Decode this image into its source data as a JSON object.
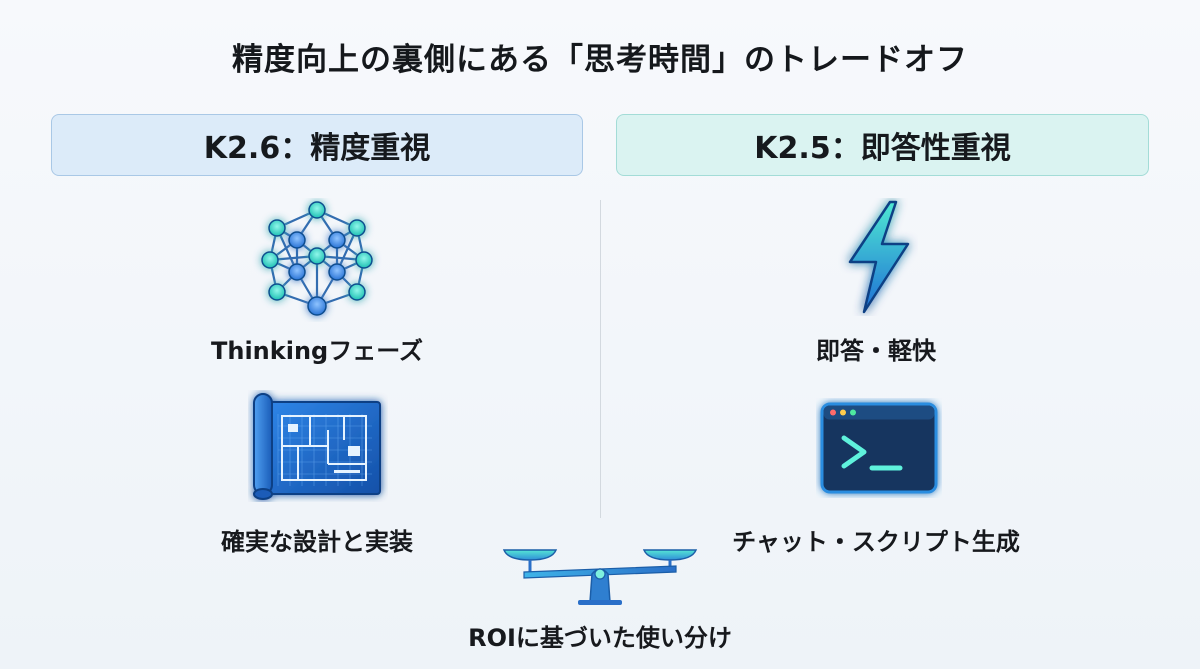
{
  "title": "精度向上の裏側にある「思考時間」のトレードオフ",
  "left": {
    "header": "K2.6：精度重視",
    "items": [
      {
        "label": "Thinkingフェーズ",
        "icon": "neural-network-icon"
      },
      {
        "label": "確実な設計と実装",
        "icon": "blueprint-icon"
      }
    ]
  },
  "right": {
    "header": "K2.5：即答性重視",
    "items": [
      {
        "label": "即答・軽快",
        "icon": "lightning-bolt-icon"
      },
      {
        "label": "チャット・スクリプト生成",
        "icon": "terminal-icon"
      }
    ]
  },
  "footer": {
    "label": "ROIに基づいた使い分け",
    "icon": "balance-scale-icon"
  },
  "colors": {
    "left_header_bg": "#dcebf9",
    "right_header_bg": "#daf3f1",
    "icon_blue": "#1e6fd0",
    "icon_teal": "#3fd9c8"
  }
}
